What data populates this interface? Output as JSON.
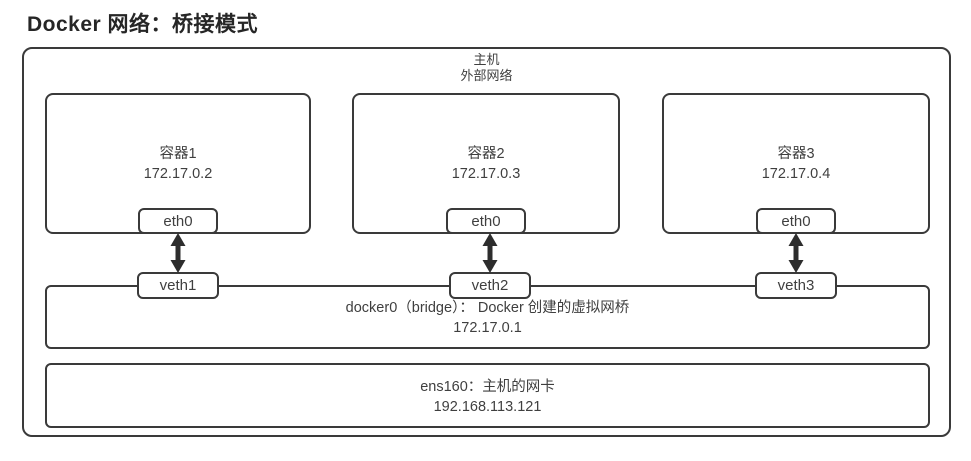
{
  "title": "Docker 网络：桥接模式",
  "host_box": {
    "line1": "主机",
    "line2": "外部网络"
  },
  "containers": [
    {
      "name": "容器1",
      "ip": "172.17.0.2",
      "nic": "eth0",
      "veth": "veth1"
    },
    {
      "name": "容器2",
      "ip": "172.17.0.3",
      "nic": "eth0",
      "veth": "veth2"
    },
    {
      "name": "容器3",
      "ip": "172.17.0.4",
      "nic": "eth0",
      "veth": "veth3"
    }
  ],
  "bridge": {
    "label": "docker0（bridge）： Docker 创建的虚拟网桥",
    "ip": "172.17.0.1"
  },
  "host_nic": {
    "label": "ens160：主机的网卡",
    "ip": "192.168.113.121"
  },
  "colors": {
    "border": "#3a3a3a",
    "text": "#3f3f3f",
    "arrow": "#2d2d2d",
    "background": "#ffffff"
  }
}
